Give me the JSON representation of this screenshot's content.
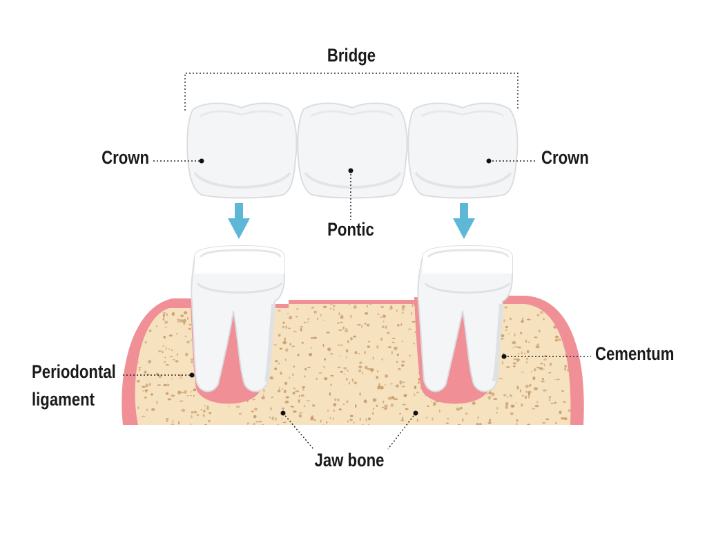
{
  "diagram": {
    "labels": {
      "bridge": "Bridge",
      "crown_left": "Crown",
      "crown_right": "Crown",
      "pontic": "Pontic",
      "cementum": "Cementum",
      "periodontal_ligament_line1": "Periodontal",
      "periodontal_ligament_line2": "ligament",
      "jaw_bone": "Jaw bone"
    },
    "colors": {
      "tooth": "#f4f5f6",
      "tooth_shadow": "#dfe2e5",
      "gum": "#f08f96",
      "gum_dark": "#e27b84",
      "bone": "#f6e2bf",
      "bone_speckle": "#c79a6c",
      "arrow": "#5cb8d6",
      "leader_line": "#222222"
    },
    "icons": [
      "down-arrow-icon",
      "down-arrow-icon"
    ]
  }
}
